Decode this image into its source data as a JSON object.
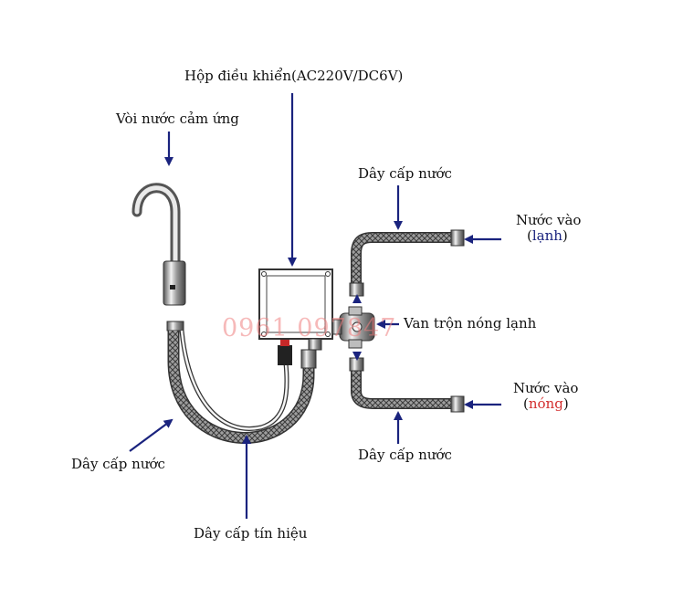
{
  "labels": {
    "control_box": "Hộp điều khiển(AC220V/DC6V)",
    "sensor_faucet": "Vòi nước cảm ứng",
    "water_hose_top": "Dây cấp nước",
    "cold_inlet_label": "Nước vào",
    "cold_word": "lạnh",
    "mixer_valve": "Van trộn nóng lạnh",
    "hot_inlet_label": "Nước vào",
    "hot_word": "nóng",
    "water_hose_bottom": "Dây cấp nước",
    "water_hose_left": "Dây cấp nước",
    "signal_cable": "Dây cấp tín hiệu"
  },
  "watermark": "0961 097847",
  "colors": {
    "arrow": "#1a237e",
    "cold": "#1a237e",
    "hot": "#d32f2f",
    "watermark": "#f08080",
    "line": "#222222"
  }
}
